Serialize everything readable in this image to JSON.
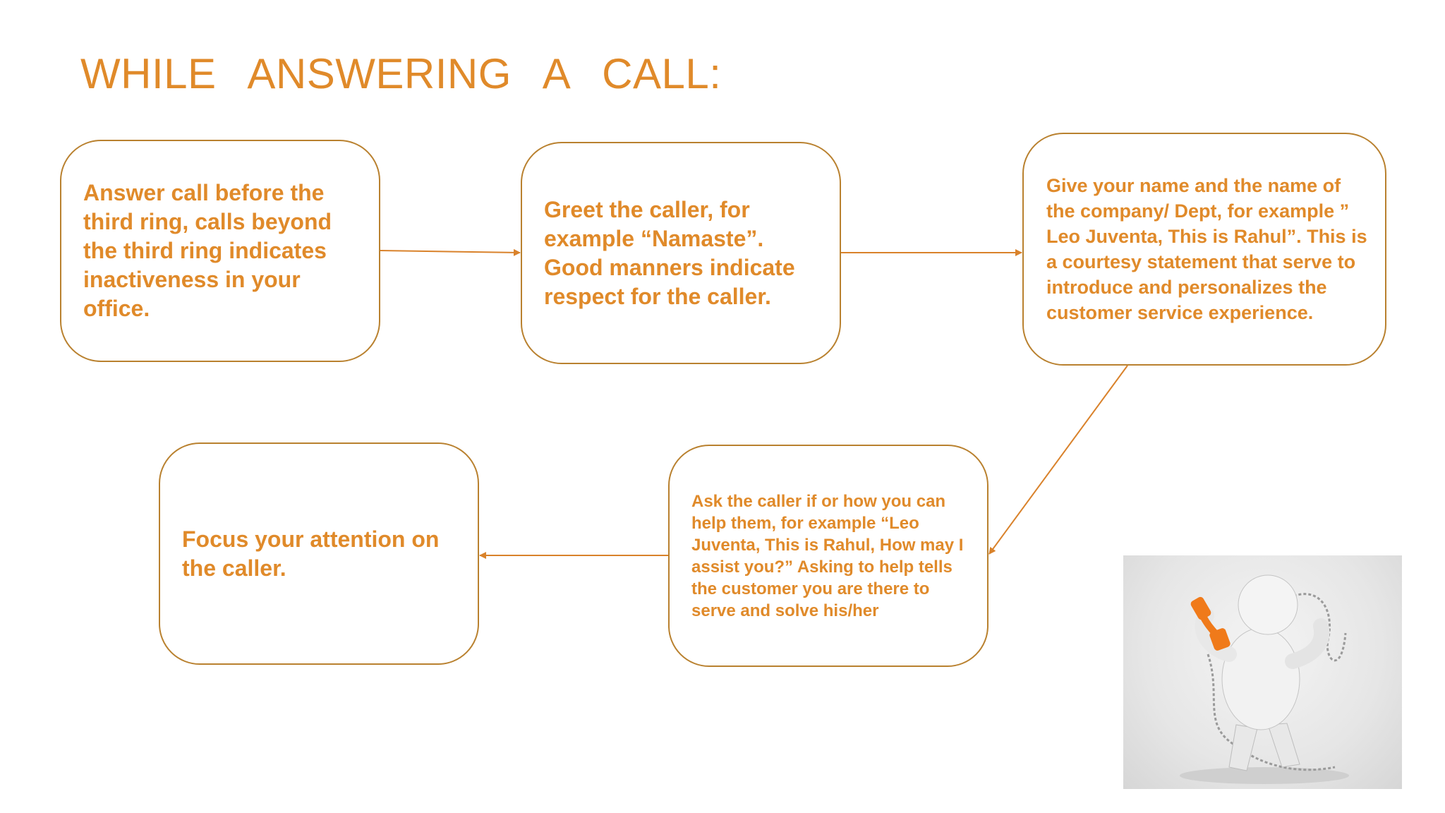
{
  "title": "WHILE ANSWERING A CALL:",
  "steps": [
    {
      "id": "answer",
      "text": "Answer call before the third ring, calls beyond the third ring indicates inactiveness in your office."
    },
    {
      "id": "greet",
      "text": "Greet the caller, for example “Namaste”. Good manners indicate respect for the caller."
    },
    {
      "id": "introduce",
      "text": "Give your name and the name of the company/ Dept, for example ” Leo Juventa, This is Rahul”. This is a courtesy statement that serve to introduce and personalizes the customer service experience."
    },
    {
      "id": "ask",
      "text": "Ask the caller if or how you can help them, for example “Leo Juventa, This is Rahul, How may I assist you?” Asking to help tells the customer you are there to serve and solve his/her"
    },
    {
      "id": "focus",
      "text": "Focus your attention on the caller."
    }
  ],
  "colors": {
    "accent": "#e08a2a",
    "border": "#b9812f",
    "phone": "#f07a1a"
  },
  "image": {
    "icon": "person-on-phone-illustration"
  }
}
